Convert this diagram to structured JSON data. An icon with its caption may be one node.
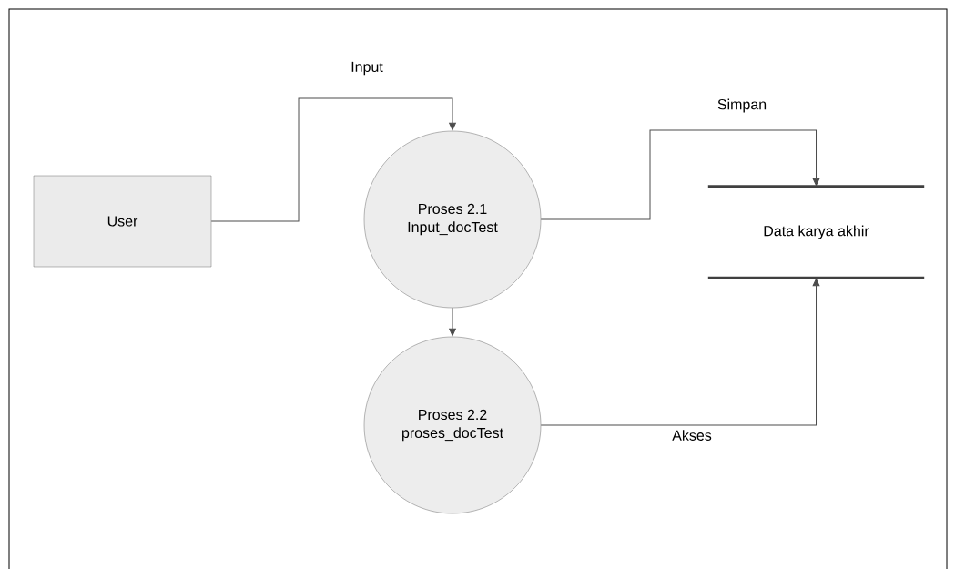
{
  "diagram": {
    "nodes": [
      {
        "text": [
          "User"
        ]
      },
      {
        "text": [
          "Proses 2.1",
          "Input_docTest"
        ]
      },
      {
        "text": [
          "Proses 2.2",
          "proses_docTest"
        ]
      },
      {
        "text": [
          "Data karya akhir"
        ]
      }
    ],
    "edges": [
      {
        "from": 0,
        "to": 1,
        "arrow": "to",
        "label": "Input"
      },
      {
        "from": 1,
        "to": 3,
        "arrow": "to",
        "label": "Simpan"
      },
      {
        "from": 1,
        "to": 2,
        "arrow": "to"
      },
      {
        "from": 2,
        "to": 3,
        "arrow": "to",
        "label": "Akses"
      }
    ]
  }
}
